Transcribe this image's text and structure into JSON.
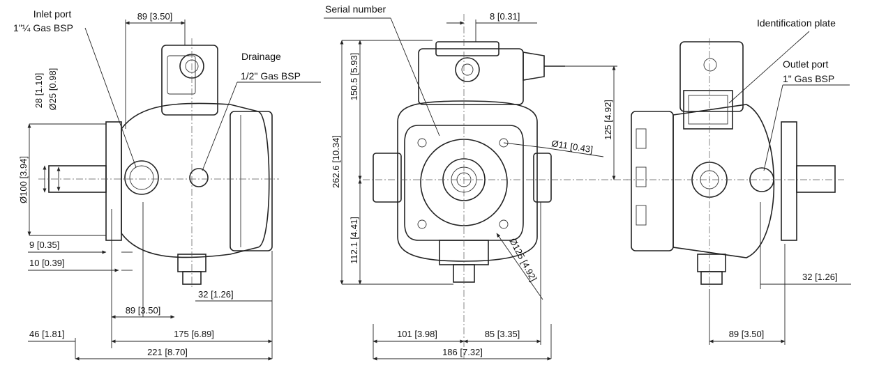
{
  "labels": {
    "inlet_port_title": "Inlet port",
    "inlet_port_spec": "1\"¼ Gas BSP",
    "drainage_title": "Drainage",
    "drainage_spec": "1/2\" Gas BSP",
    "serial_number": "Serial number",
    "identification_plate": "Identification plate",
    "outlet_port_title": "Outlet port",
    "outlet_port_spec": "1\" Gas BSP"
  },
  "dimensions": {
    "left": {
      "top_89": "89 [3.50]",
      "d100": "Ø100 [3.94]",
      "d28": "28 [1.10]",
      "d25": "Ø25 [0.98]",
      "d9": "9 [0.35]",
      "d10": "10 [0.39]",
      "d32": "32 [1.26]",
      "bottom_89": "89 [3.50]",
      "d46": "46 [1.81]",
      "d175": "175 [6.89]",
      "d221": "221 [8.70]"
    },
    "middle": {
      "d8": "8 [0.31]",
      "d150": "150.5 [5.93]",
      "d262": "262.6 [10.34]",
      "d112": "112.1 [4.41]",
      "d125v": "125 [4.92]",
      "d11": "Ø11 [0.43]",
      "d125d": "Ø125 [4.92]",
      "d101": "101 [3.98]",
      "d85": "85 [3.35]",
      "d186": "186 [7.32]"
    },
    "right": {
      "d32": "32 [1.26]",
      "d89": "89 [3.50]"
    }
  }
}
